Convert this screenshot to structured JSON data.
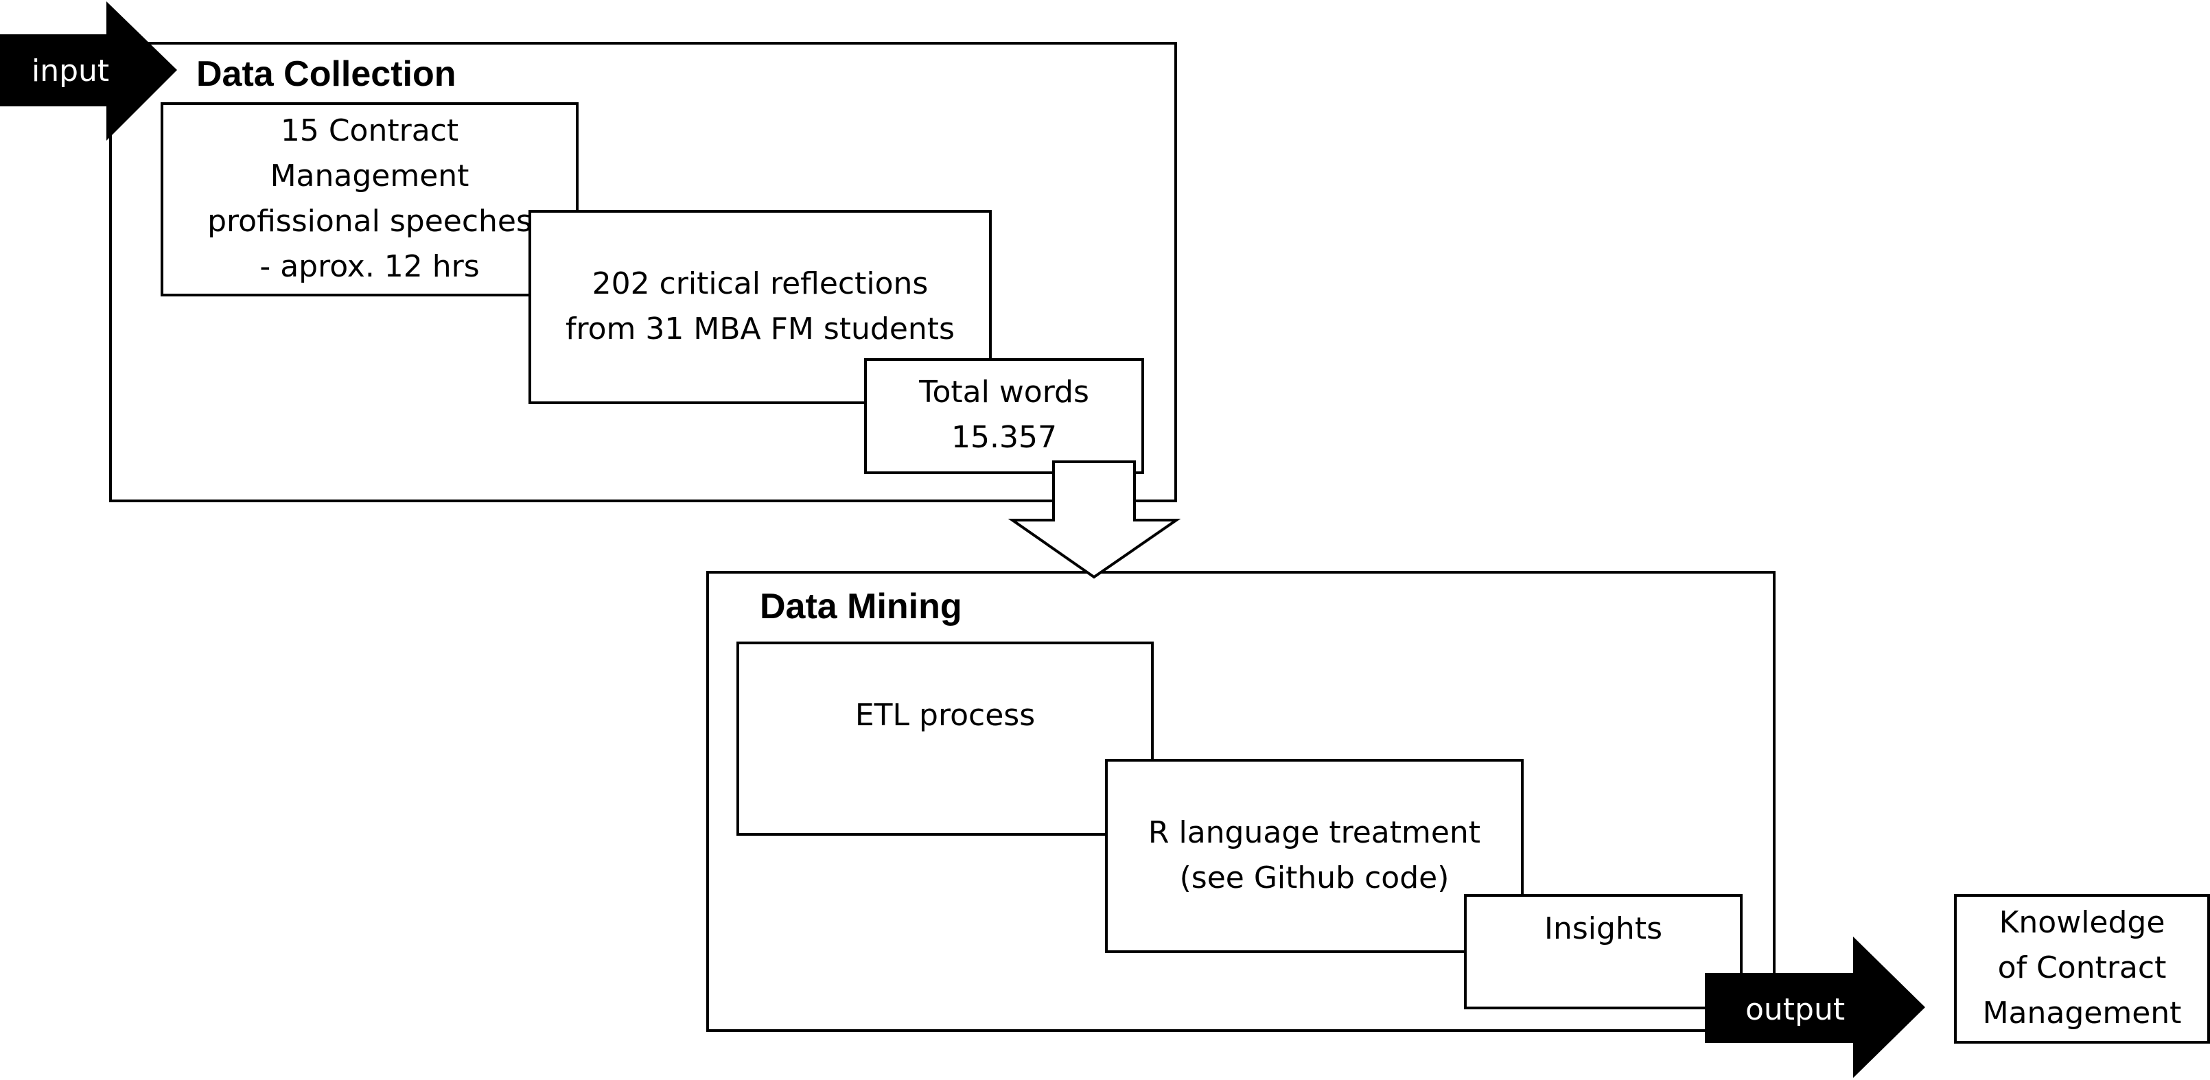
{
  "input_arrow": {
    "label": "input"
  },
  "data_collection": {
    "title": "Data Collection",
    "speeches": [
      "15 Contract",
      "Management",
      "profissional speeches",
      "- aprox. 12 hrs"
    ],
    "reflections": [
      "202 critical reflections",
      "from 31 MBA FM students"
    ],
    "total_words": [
      "Total words",
      "15.357"
    ]
  },
  "data_mining": {
    "title": "Data Mining",
    "etl": "ETL process",
    "r_language": [
      "R language treatment",
      "(see Github code)"
    ],
    "insights": "Insights"
  },
  "output_arrow": {
    "label": "output"
  },
  "knowledge": [
    "Knowledge",
    "of Contract",
    "Management"
  ],
  "colors": {
    "stroke": "#000000",
    "fill": "#ffffff",
    "arrow_fill": "#000000",
    "arrow_text": "#ffffff"
  },
  "icons": {
    "flow_arrow": "down-block-arrow"
  }
}
